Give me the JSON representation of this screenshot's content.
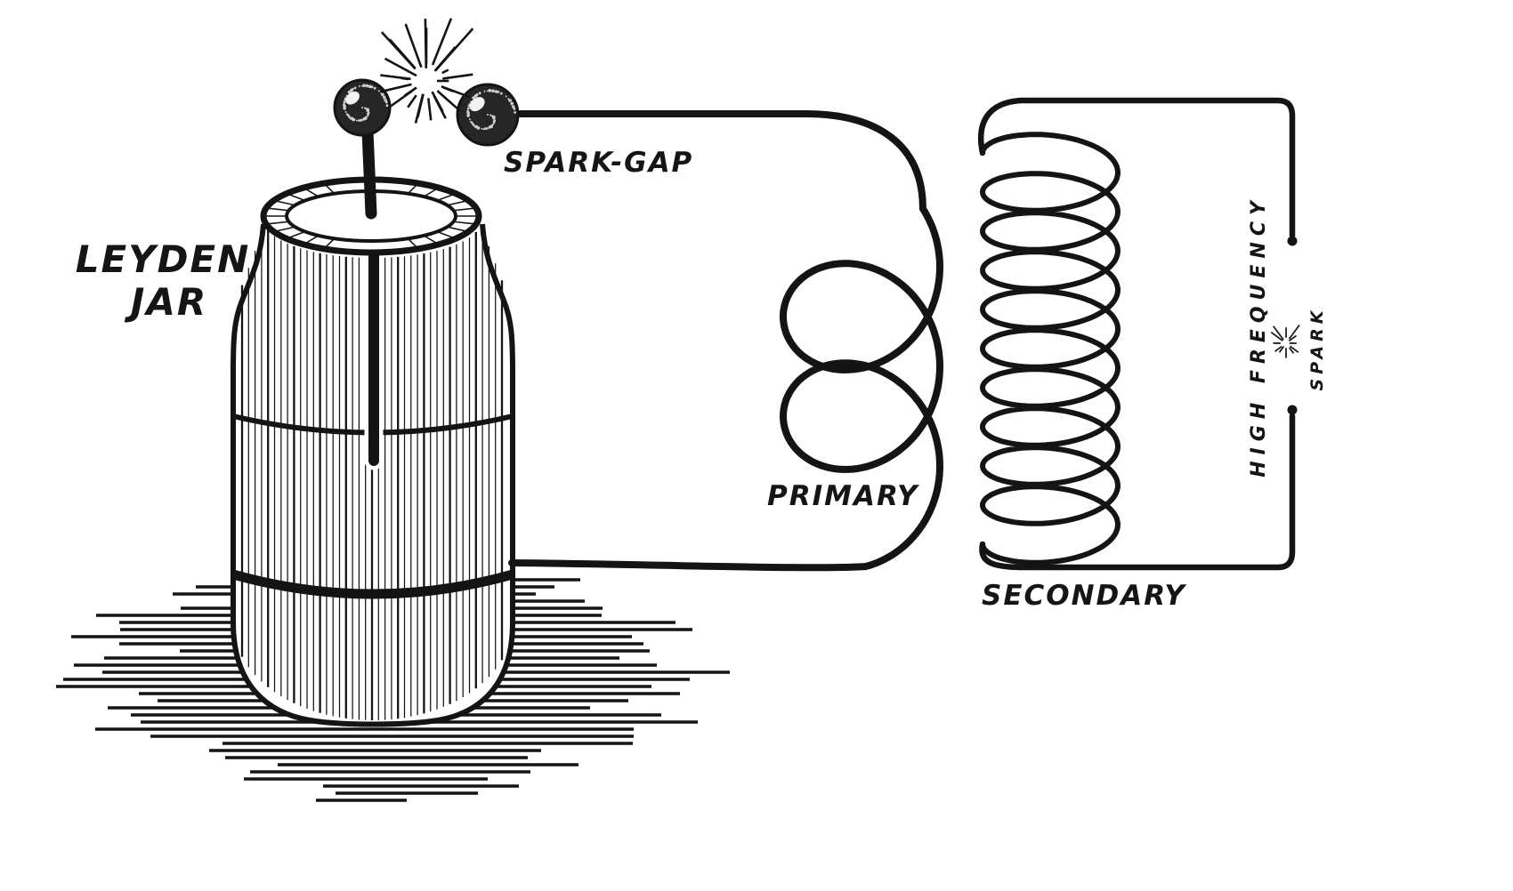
{
  "figure": {
    "background": "#ffffff",
    "ink": "#141414",
    "labels": {
      "leyden_jar_line1": "LEYDEN",
      "leyden_jar_line2": "JAR",
      "spark_gap": "SPARK-GAP",
      "primary": "PRIMARY",
      "secondary": "SECONDARY",
      "high_frequency": "HIGH FREQUENCY",
      "spark": "SPARK"
    }
  }
}
